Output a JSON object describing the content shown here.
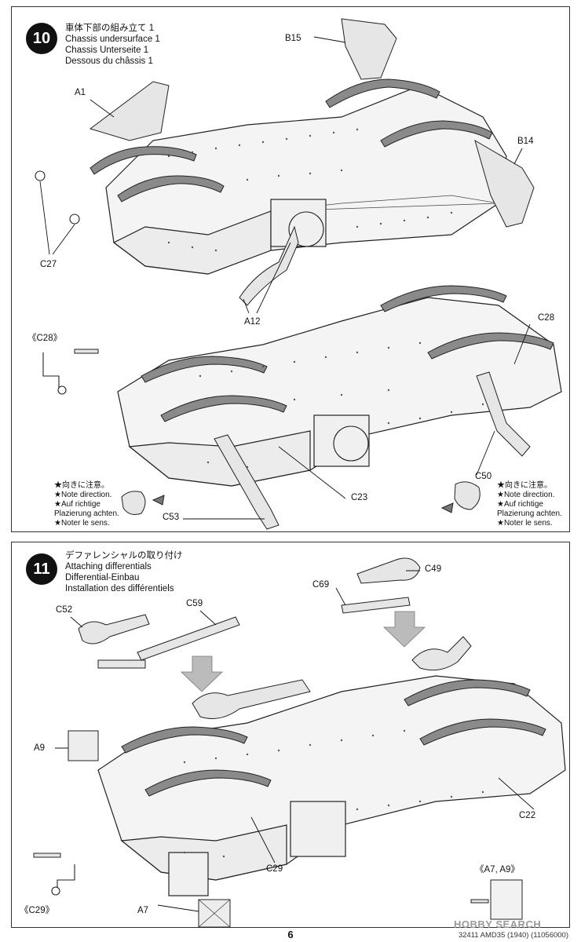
{
  "step10": {
    "number": "10",
    "title_jp": "車体下部の組み立て 1",
    "title_en": "Chassis undersurface 1",
    "title_de": "Chassis Unterseite 1",
    "title_fr": "Dessous du châssis 1",
    "parts": {
      "b15": "B15",
      "a1": "A1",
      "b14": "B14",
      "c27": "C27",
      "a12": "A12",
      "c28": "C28",
      "c28_detail": "《C28》",
      "c23": "C23",
      "c50": "C50",
      "c53": "C53"
    },
    "note_left": [
      "★向きに注意。",
      "★Note direction.",
      "★Auf richtige",
      "Plazierung achten.",
      "★Noter le sens."
    ],
    "note_right": [
      "★向きに注意。",
      "★Note direction.",
      "★Auf richtige",
      "Plazierung achten.",
      "★Noter le sens."
    ]
  },
  "step11": {
    "number": "11",
    "title_jp": "デファレンシャルの取り付け",
    "title_en": "Attaching differentials",
    "title_de": "Differential-Einbau",
    "title_fr": "Installation des différentiels",
    "parts": {
      "c49": "C49",
      "c69": "C69",
      "c52": "C52",
      "c59": "C59",
      "a9": "A9",
      "c22": "C22",
      "c29": "C29",
      "c29_detail": "《C29》",
      "a7": "A7",
      "a7a9_detail": "《A7, A9》"
    }
  },
  "footer": {
    "page_number": "6",
    "code": "32411 AMD35 (1940) (11056000)",
    "watermark": "HOBBY SEARCH"
  }
}
